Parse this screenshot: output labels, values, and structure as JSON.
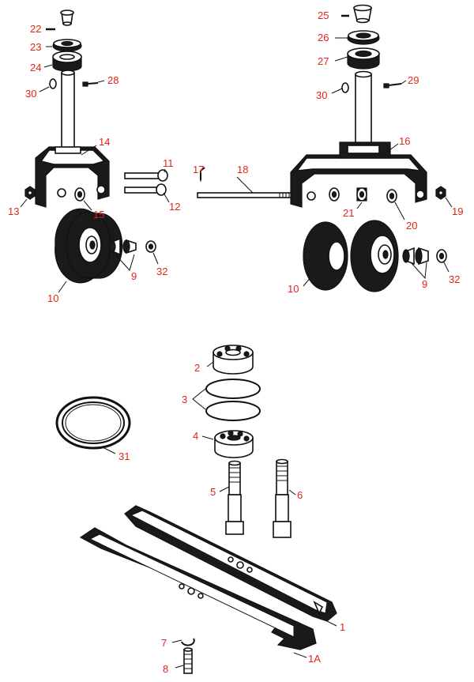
{
  "callouts": {
    "c1": "1",
    "c1a": "1A",
    "c2": "2",
    "c3": "3",
    "c4": "4",
    "c5": "5",
    "c6": "6",
    "c7": "7",
    "c8": "8",
    "c9l": "9",
    "c9r": "9",
    "c10l": "10",
    "c10r": "10",
    "c11": "11",
    "c12": "12",
    "c13": "13",
    "c14": "14",
    "c15": "15",
    "c16": "16",
    "c17": "17",
    "c18": "18",
    "c19": "19",
    "c20": "20",
    "c21": "21",
    "c22": "22",
    "c23": "23",
    "c24": "24",
    "c25": "25",
    "c26": "26",
    "c27": "27",
    "c28": "28",
    "c29": "29",
    "c30l": "30",
    "c30r": "30",
    "c31": "31",
    "c32l": "32",
    "c32r": "32"
  },
  "colors": {
    "callout_text": "#e0251b",
    "line_art": "#111111"
  }
}
